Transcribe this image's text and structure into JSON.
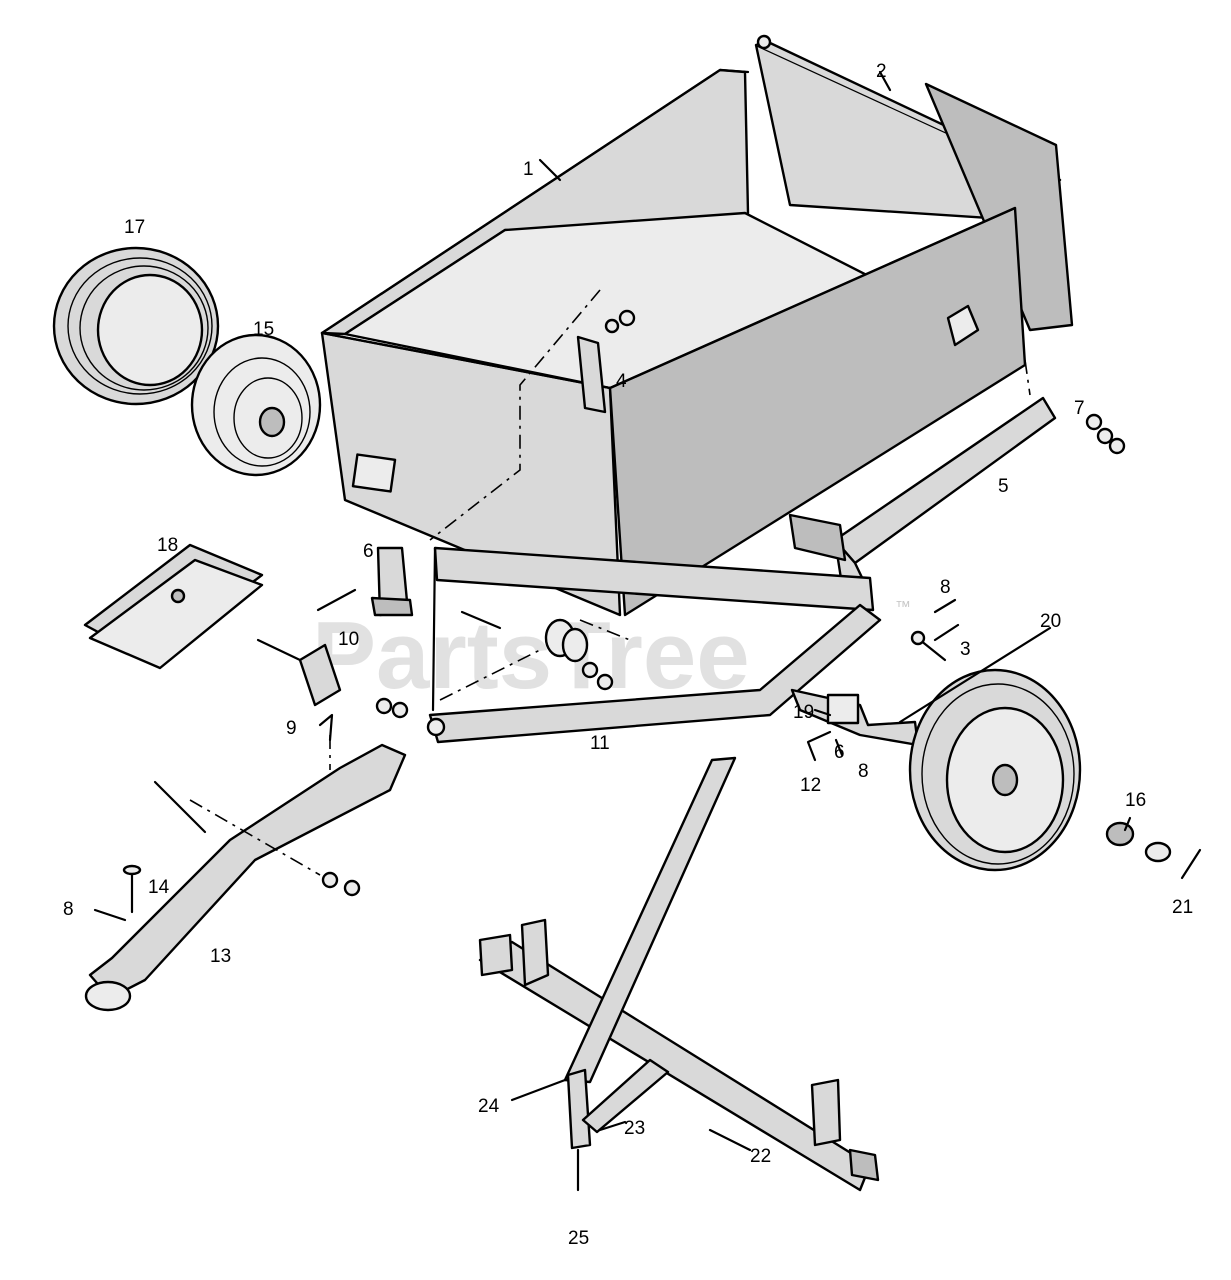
{
  "diagram": {
    "watermark": "PartsTree",
    "watermark_tm": "™",
    "callouts": [
      {
        "id": "c1",
        "label": "1"
      },
      {
        "id": "c2",
        "label": "2"
      },
      {
        "id": "c3",
        "label": "3"
      },
      {
        "id": "c4",
        "label": "4"
      },
      {
        "id": "c5",
        "label": "5"
      },
      {
        "id": "c6",
        "label": "6"
      },
      {
        "id": "c6b",
        "label": "6"
      },
      {
        "id": "c7",
        "label": "7"
      },
      {
        "id": "c8a",
        "label": "8"
      },
      {
        "id": "c8b",
        "label": "8"
      },
      {
        "id": "c8c",
        "label": "8"
      },
      {
        "id": "c9",
        "label": "9"
      },
      {
        "id": "c10",
        "label": "10"
      },
      {
        "id": "c11",
        "label": "11"
      },
      {
        "id": "c12",
        "label": "12"
      },
      {
        "id": "c13",
        "label": "13"
      },
      {
        "id": "c14",
        "label": "14"
      },
      {
        "id": "c15",
        "label": "15"
      },
      {
        "id": "c16",
        "label": "16"
      },
      {
        "id": "c17",
        "label": "17"
      },
      {
        "id": "c18",
        "label": "18"
      },
      {
        "id": "c19",
        "label": "19"
      },
      {
        "id": "c20",
        "label": "20"
      },
      {
        "id": "c21",
        "label": "21"
      },
      {
        "id": "c22",
        "label": "22"
      },
      {
        "id": "c23",
        "label": "23"
      },
      {
        "id": "c24",
        "label": "24"
      },
      {
        "id": "c25",
        "label": "25"
      }
    ]
  }
}
